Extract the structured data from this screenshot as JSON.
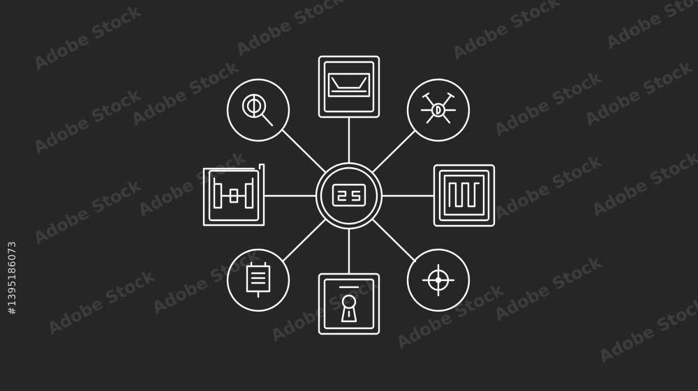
{
  "watermark": {
    "text": "Adobe Stock"
  },
  "stock_id": "#1395186073",
  "colors": {
    "background": "#262626",
    "line": "#ffffff"
  },
  "diagram": {
    "center": {
      "icon": "chip-icon"
    },
    "nodes": [
      {
        "id": "top",
        "shape": "square",
        "icon": "mold-icon"
      },
      {
        "id": "top-right",
        "shape": "circle",
        "icon": "wheel-hub-icon"
      },
      {
        "id": "right",
        "shape": "square",
        "icon": "wave-signal-icon"
      },
      {
        "id": "bottom-right",
        "shape": "circle",
        "icon": "crosshair-icon"
      },
      {
        "id": "bottom",
        "shape": "square",
        "icon": "keyhole-icon"
      },
      {
        "id": "bottom-left",
        "shape": "circle",
        "icon": "document-sign-icon"
      },
      {
        "id": "left",
        "shape": "square",
        "icon": "axle-icon"
      },
      {
        "id": "top-left",
        "shape": "circle",
        "icon": "magnifier-icon"
      }
    ]
  }
}
